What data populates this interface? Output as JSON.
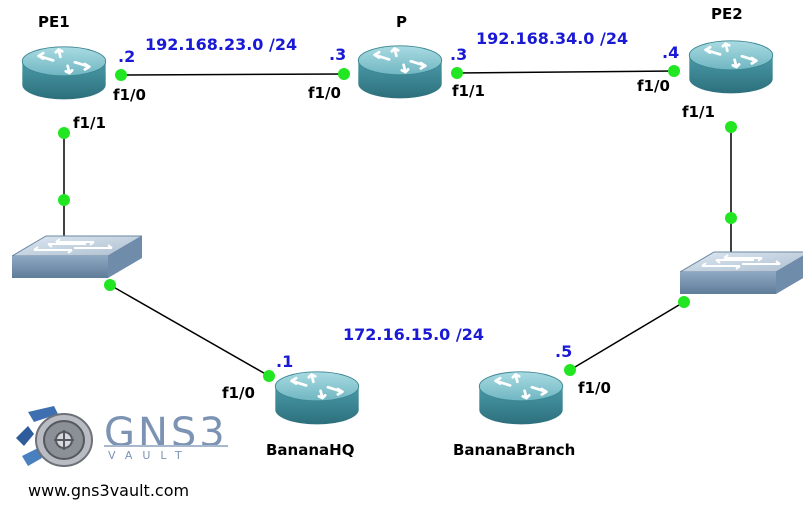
{
  "devices": {
    "pe1": {
      "name": "PE1"
    },
    "p": {
      "name": "P"
    },
    "pe2": {
      "name": "PE2"
    },
    "banana_hq": {
      "name": "BananaHQ"
    },
    "banana_branch": {
      "name": "BananaBranch"
    }
  },
  "networks": {
    "pe1_p": "192.168.23.0 /24",
    "p_pe2": "192.168.34.0 /24",
    "customer": "172.16.15.0 /24"
  },
  "interfaces": {
    "pe1_to_p": "f1/0",
    "pe1_to_switch": "f1/1",
    "p_to_pe1": "f1/0",
    "p_to_pe2": "f1/1",
    "pe2_to_p": "f1/0",
    "pe2_to_switch": "f1/1",
    "hq_to_switch": "f1/0",
    "branch_to_switch": "f1/0"
  },
  "host_ids": {
    "pe1_to_p": ".2",
    "p_to_pe1": ".3",
    "p_to_pe2": ".3",
    "pe2_to_p": ".4",
    "hq": ".1",
    "branch": ".5"
  },
  "branding": {
    "logo_text": "GNS3",
    "logo_subtext": "VAULT",
    "url": "www.gns3vault.com"
  },
  "colors": {
    "link_dot": "#22e622",
    "ip_text": "#1a1ad6",
    "router_body": "#3f8e9c",
    "switch_body": "#7f9eb8"
  }
}
